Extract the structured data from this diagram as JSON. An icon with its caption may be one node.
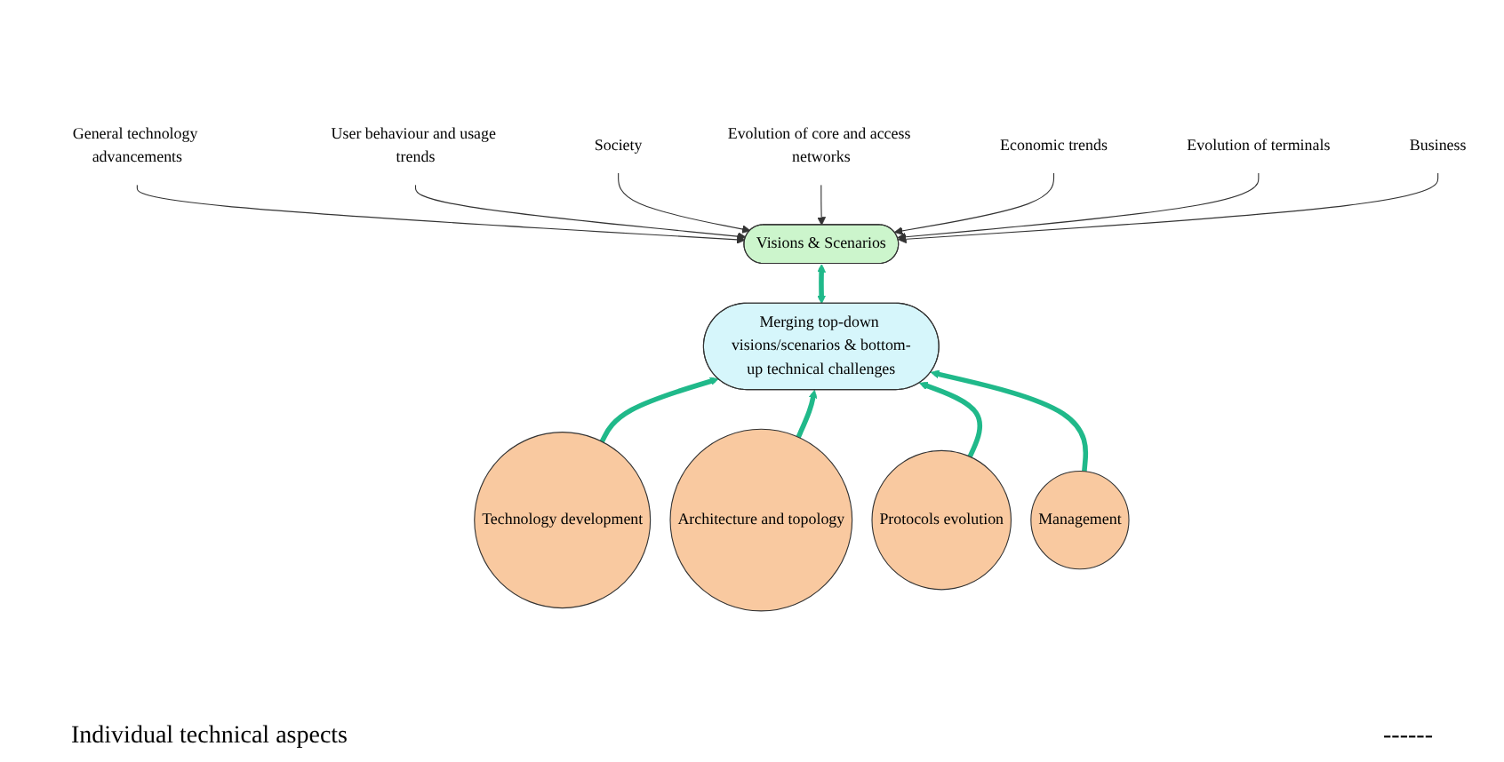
{
  "diagram": {
    "nodes": [
      {
        "text": [
          "General technology advancements"
        ]
      },
      {
        "text": [
          "User behaviour and usage trends"
        ]
      },
      {
        "text": [
          "Society"
        ]
      },
      {
        "text": [
          "Evolution of core and access networks"
        ]
      },
      {
        "text": [
          "Visions & Scenarios"
        ]
      },
      {
        "text": [
          "Economic trends"
        ]
      },
      {
        "text": [
          "Evolution of terminals"
        ]
      },
      {
        "text": [
          "Business"
        ]
      },
      {
        "text": [
          "Merging top-down visions/scenarios & bottom-up technical challenges"
        ]
      },
      {
        "text": [
          "Technology development"
        ]
      },
      {
        "text": [
          "Architecture and topology"
        ]
      },
      {
        "text": [
          "Protocols evolution"
        ]
      },
      {
        "text": [
          "Management"
        ]
      }
    ],
    "edges": [
      {
        "from": 0,
        "to": 4,
        "arrow": "to"
      },
      {
        "from": 1,
        "to": 4,
        "arrow": "to"
      },
      {
        "from": 2,
        "to": 4,
        "arrow": "to"
      },
      {
        "from": 3,
        "to": 4,
        "arrow": "to"
      },
      {
        "from": 5,
        "to": 4,
        "arrow": "to"
      },
      {
        "from": 6,
        "to": 4,
        "arrow": "to"
      },
      {
        "from": 7,
        "to": 4,
        "arrow": "to"
      },
      {
        "from": 4,
        "to": 8,
        "arrow": "both",
        "style": "thick",
        "color": "#20b98a"
      },
      {
        "from": 9,
        "to": 8,
        "arrow": "to",
        "style": "thick",
        "color": "#20b98a"
      },
      {
        "from": 10,
        "to": 8,
        "arrow": "to",
        "style": "thick",
        "color": "#20b98a"
      },
      {
        "from": 11,
        "to": 8,
        "arrow": "to",
        "style": "thick",
        "color": "#20b98a"
      },
      {
        "from": 12,
        "to": 8,
        "arrow": "to",
        "style": "thick",
        "color": "#20b98a"
      }
    ],
    "labels": [
      "Individual technical aspects",
      "------"
    ]
  }
}
